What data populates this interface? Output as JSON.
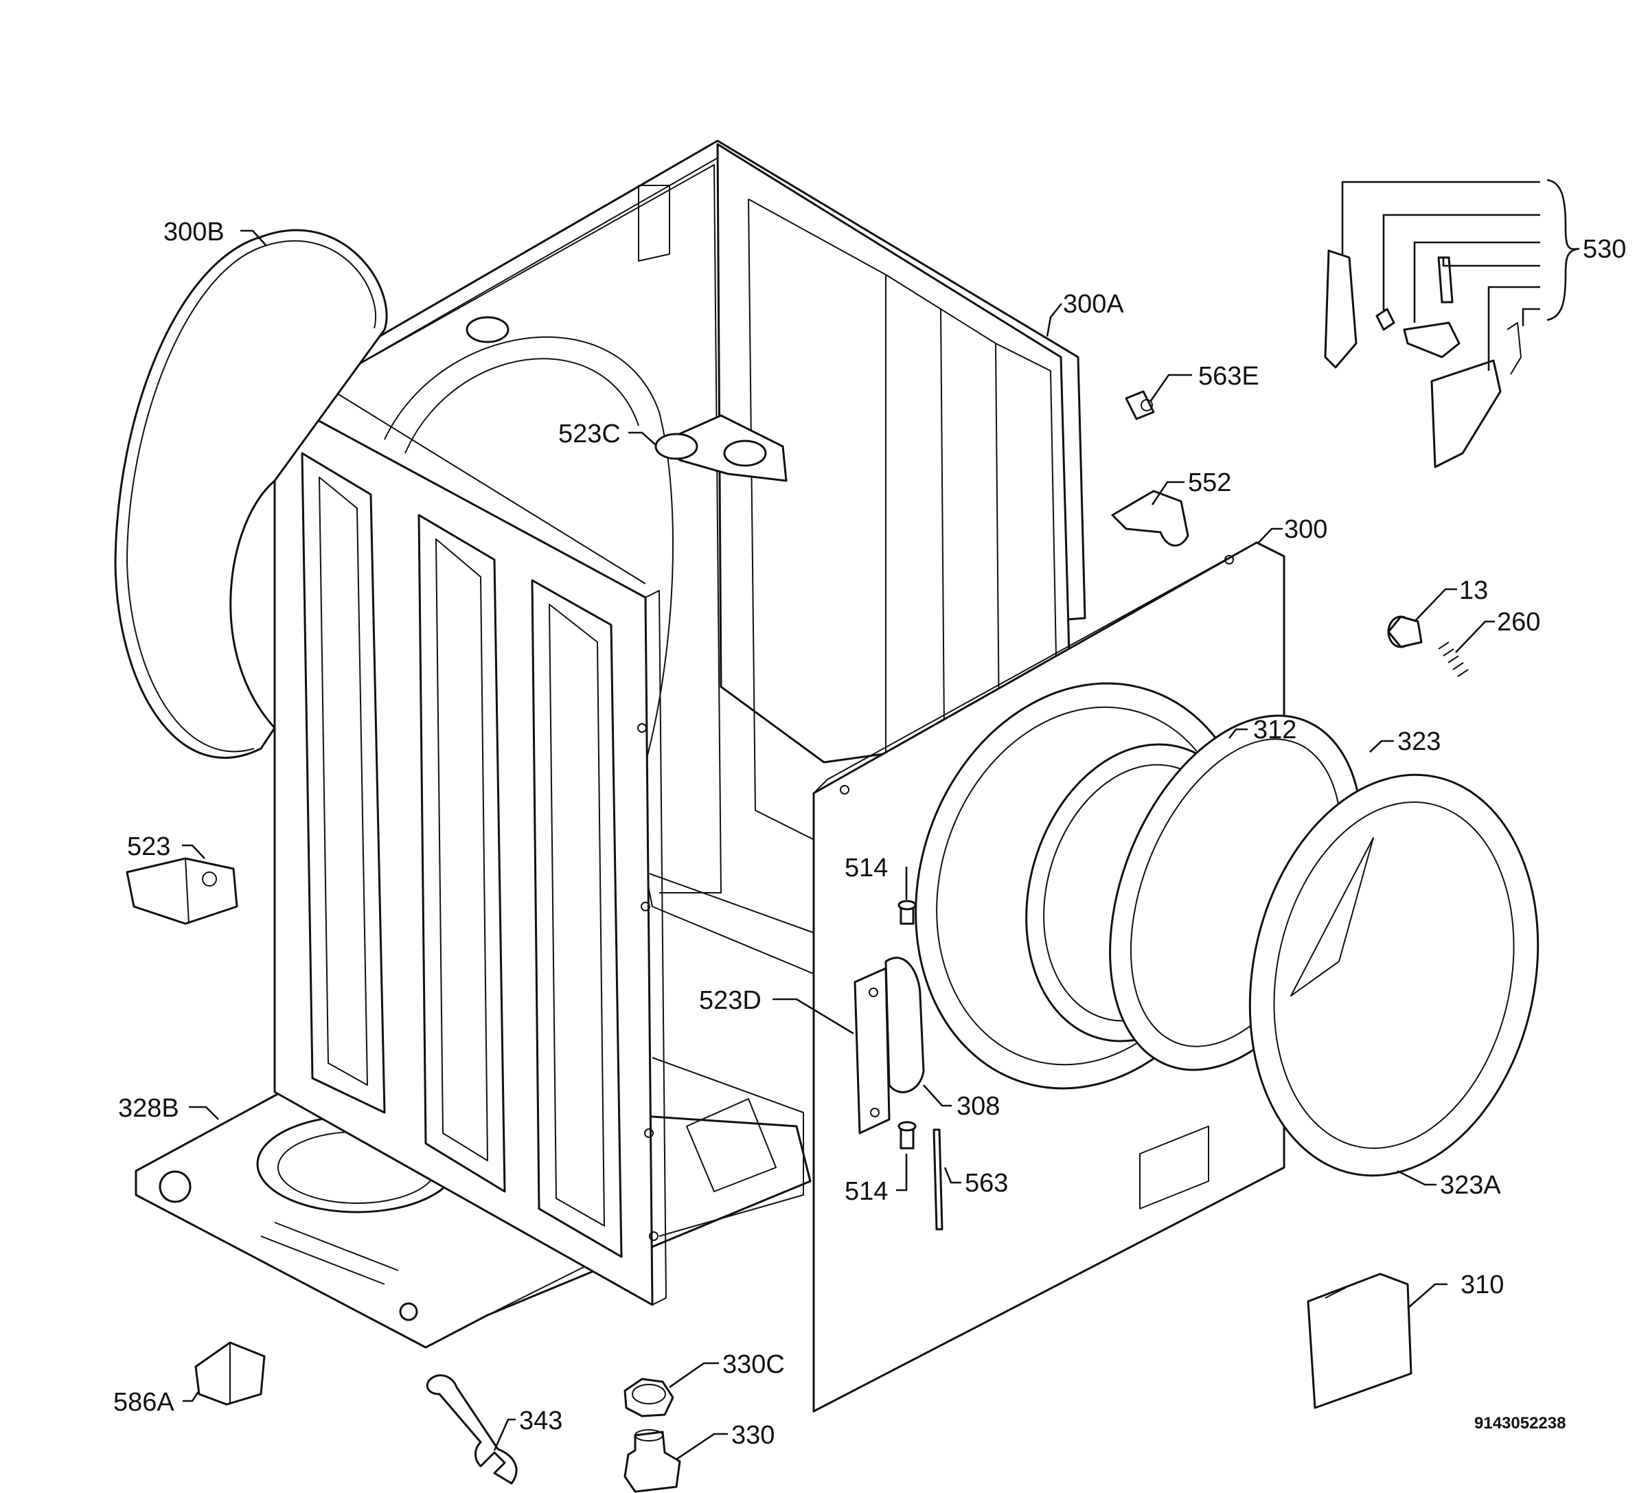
{
  "diagram": {
    "drawing_code": "9143052238",
    "labels": {
      "p300B": "300B",
      "p300A": "300A",
      "p563E": "563E",
      "p523C": "523C",
      "p552": "552",
      "p300": "300",
      "p530": "530",
      "p13": "13",
      "p260": "260",
      "p312": "312",
      "p323": "323",
      "p523": "523",
      "p514a": "514",
      "p523D": "523D",
      "p308": "308",
      "p514b": "514",
      "p563": "563",
      "p323A": "323A",
      "p328B": "328B",
      "p310": "310",
      "p330C": "330C",
      "p586A": "586A",
      "p343": "343",
      "p330": "330"
    }
  }
}
